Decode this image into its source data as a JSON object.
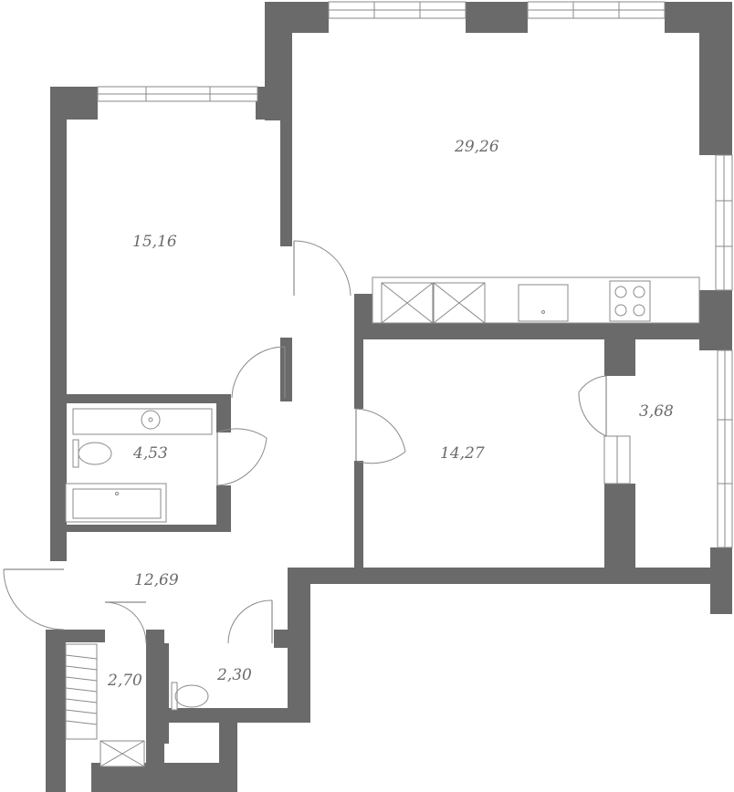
{
  "rooms": [
    {
      "name": "room-living-kitchen",
      "area": "29,26"
    },
    {
      "name": "room-bedroom",
      "area": "15,16"
    },
    {
      "name": "room-bathroom",
      "area": "4,53"
    },
    {
      "name": "room-bedroom-2",
      "area": "14,27"
    },
    {
      "name": "room-balcony",
      "area": "3,68"
    },
    {
      "name": "room-hallway",
      "area": "12,69"
    },
    {
      "name": "room-storage",
      "area": "2,70"
    },
    {
      "name": "room-toilet",
      "area": "2,30"
    }
  ],
  "colors": {
    "wall": "#6a6a6a",
    "line": "#8a8a8a",
    "background": "#ffffff"
  }
}
